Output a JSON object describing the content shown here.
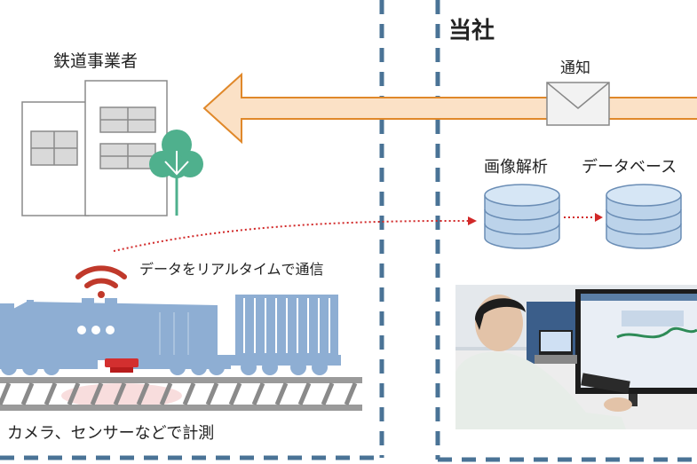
{
  "left_panel": {
    "railway_operator_label": "鉄道事業者",
    "data_transfer_label": "データをリアルタイムで通信",
    "measurement_label": "カメラ、センサーなどで計測"
  },
  "right_panel": {
    "title": "当社",
    "notification_label": "通知",
    "image_analysis_label": "画像解析",
    "database_label": "データベース"
  },
  "colors": {
    "dashed_border": "#4a7396",
    "arrow_fill": "#fbe1c6",
    "arrow_stroke": "#e0882a",
    "train_body": "#8eaed3",
    "signal_red": "#c0392b",
    "database_fill": "#bcd3ea",
    "tree_green": "#4fb08d"
  }
}
